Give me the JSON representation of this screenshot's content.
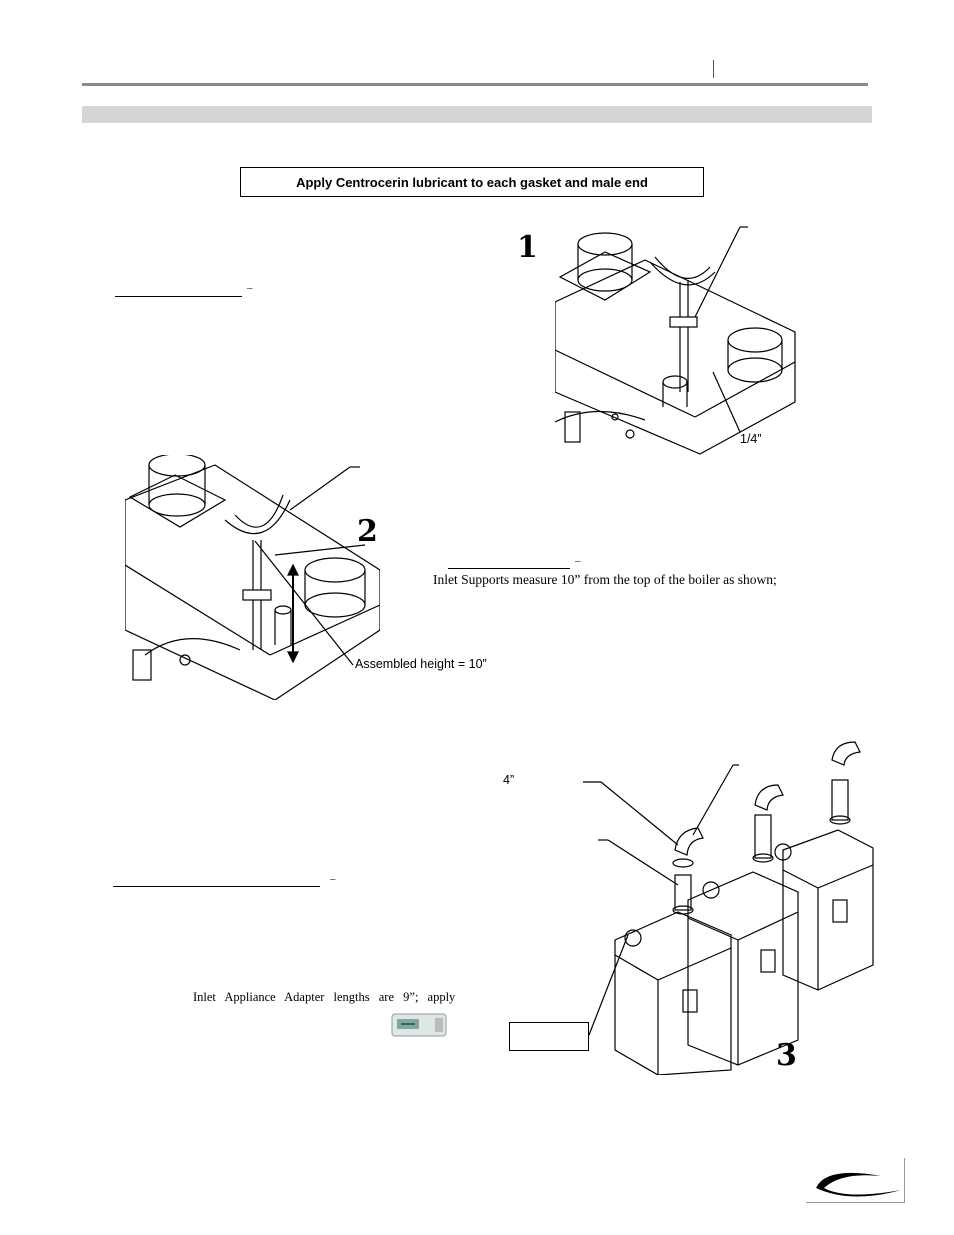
{
  "header": {
    "band": ""
  },
  "callout": {
    "text": "Apply Centrocerin lubricant to each gasket and male end"
  },
  "steps": {
    "one": {
      "number": "1",
      "dash": "–",
      "dim_label": "1/4”"
    },
    "two": {
      "number": "2",
      "dash": "–",
      "text": "Inlet Supports measure 10” from the top of the boiler as shown;",
      "dim_label": "Assembled height = 10”"
    },
    "three": {
      "number": "3",
      "dash": "–",
      "text": "Inlet Appliance Adapter lengths are 9”; apply",
      "size_label": "4”"
    }
  },
  "lubricant_tube": {
    "label": ""
  },
  "logo": {
    "name": "brand-logo"
  }
}
